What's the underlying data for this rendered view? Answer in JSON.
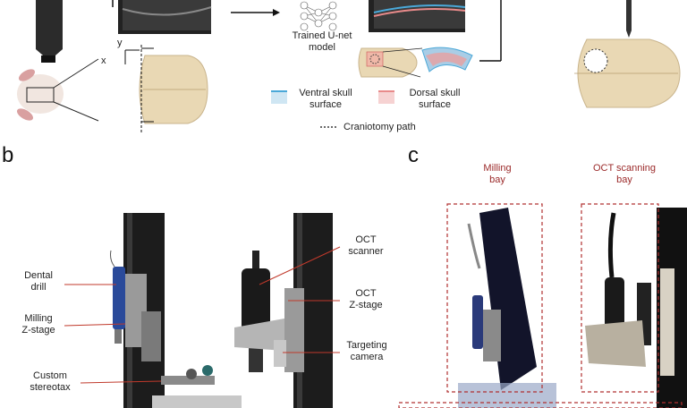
{
  "panel_a": {
    "axis_y": "y",
    "axis_x": "x",
    "model_label_line1": "Trained U-net",
    "model_label_line2": "model",
    "legend_ventral_line1": "Ventral skull",
    "legend_ventral_line2": "surface",
    "legend_dorsal_line1": "Dorsal skull",
    "legend_dorsal_line2": "surface",
    "legend_path": "Craniotomy  path",
    "colors": {
      "ventral": "#4aa8d8",
      "dorsal": "#e88a8a",
      "skull": "#e9d8b4"
    }
  },
  "panel_b": {
    "letter": "b",
    "labels": {
      "dental_drill_1": "Dental",
      "dental_drill_2": "drill",
      "milling_stage_1": "Milling",
      "milling_stage_2": "Z-stage",
      "stereotax_1": "Custom",
      "stereotax_2": "stereotax",
      "oct_scanner_1": "OCT",
      "oct_scanner_2": "scanner",
      "oct_stage_1": "OCT",
      "oct_stage_2": "Z-stage",
      "camera_1": "Targeting",
      "camera_2": "camera"
    },
    "colors": {
      "leader": "#c0392b"
    }
  },
  "panel_c": {
    "letter": "c",
    "milling_bay_1": "Milling",
    "milling_bay_2": "bay",
    "oct_bay_1": "OCT scanning",
    "oct_bay_2": "bay",
    "colors": {
      "box": "#b03030"
    }
  }
}
